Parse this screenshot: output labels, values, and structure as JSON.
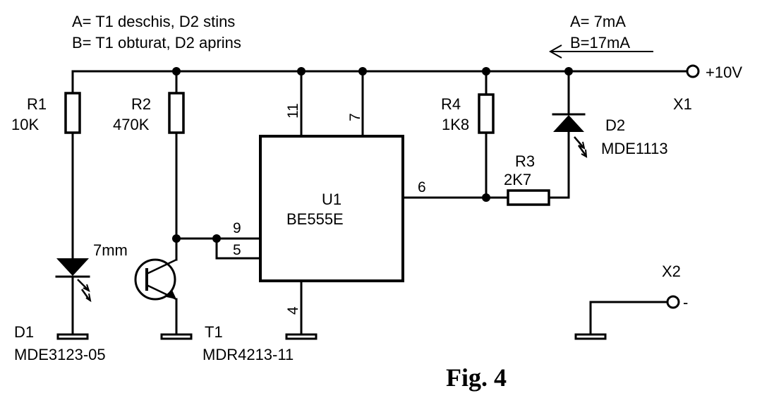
{
  "legend": {
    "line_a": "A= T1 deschis, D2 stins",
    "line_b": "B= T1 obturat, D2 aprins"
  },
  "current": {
    "a": "A= 7mA",
    "b": "B=17mA"
  },
  "terminals": {
    "x1": {
      "name": "X1",
      "label": "+10V"
    },
    "x2": {
      "name": "X2",
      "label": "-"
    }
  },
  "components": {
    "r1": {
      "name": "R1",
      "value": "10K"
    },
    "r2": {
      "name": "R2",
      "value": "470K"
    },
    "r3": {
      "name": "R3",
      "value": "2K7"
    },
    "r4": {
      "name": "R4",
      "value": "1K8"
    },
    "d1": {
      "name": "D1",
      "part": "MDE3123-05",
      "note": "7mm"
    },
    "d2": {
      "name": "D2",
      "part": "MDE1113"
    },
    "t1": {
      "name": "T1",
      "part": "MDR4213-11"
    },
    "u1": {
      "name": "U1",
      "part": "BE555E",
      "pins": {
        "p11": "11",
        "p7": "7",
        "p6": "6",
        "p9": "9",
        "p5": "5",
        "p4": "4"
      }
    }
  },
  "figure": {
    "caption": "Fig. 4"
  }
}
